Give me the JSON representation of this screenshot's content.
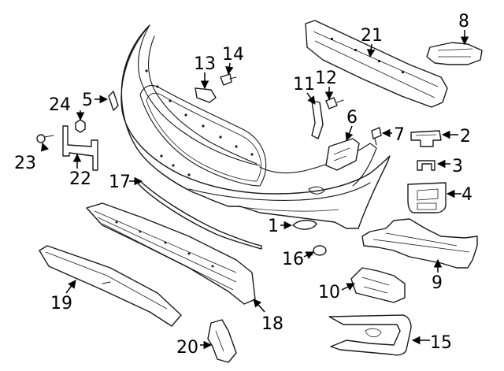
{
  "diagram": {
    "callouts": [
      "1",
      "2",
      "3",
      "4",
      "5",
      "6",
      "7",
      "8",
      "10",
      "11",
      "12",
      "13",
      "14",
      "15",
      "16",
      "17",
      "18",
      "19",
      "20",
      "21",
      "22",
      "23",
      "24"
    ]
  }
}
